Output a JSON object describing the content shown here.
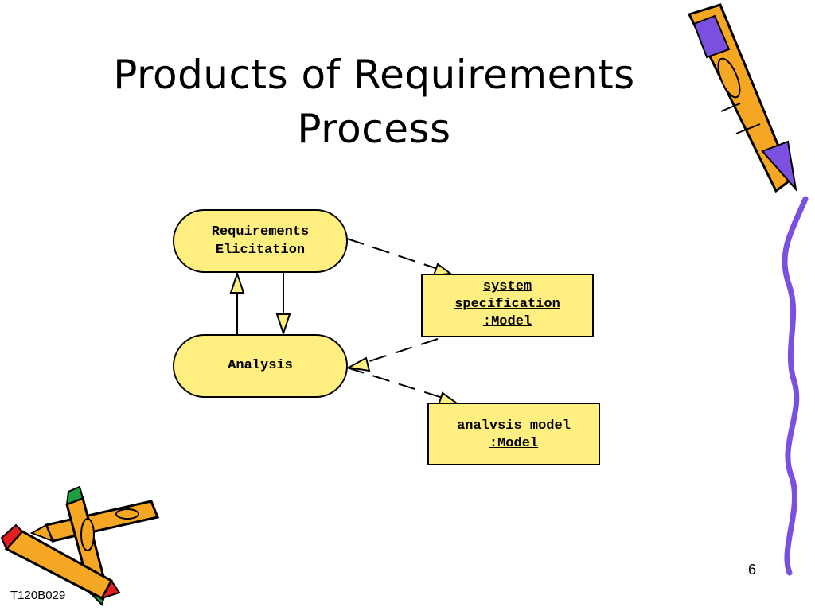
{
  "slide": {
    "title_line1": "Products of Requirements",
    "title_line2": "Process",
    "slide_number": "6",
    "footer_code": "T120B029"
  },
  "diagram": {
    "nodes": {
      "requirements_elicitation": {
        "line1": "Requirements",
        "line2": "Elicitation"
      },
      "analysis": {
        "line1": "Analysis"
      }
    },
    "objects": {
      "system_specification": {
        "line1": "system",
        "line2": "specification",
        "line3": ":Model"
      },
      "analysis_model": {
        "line1": "analvsis model",
        "line2": ":Model"
      }
    }
  },
  "colors": {
    "node_fill": "#ffee80",
    "stroke": "#000000",
    "pencil_orange": "#f5a623",
    "clipart_purple": "#7b4fe0",
    "clipart_green": "#1e9e3e",
    "clipart_red": "#e02020"
  },
  "icons": [
    "pencil-icon",
    "pencils-clipart-icon",
    "decorative-squiggle-line"
  ]
}
